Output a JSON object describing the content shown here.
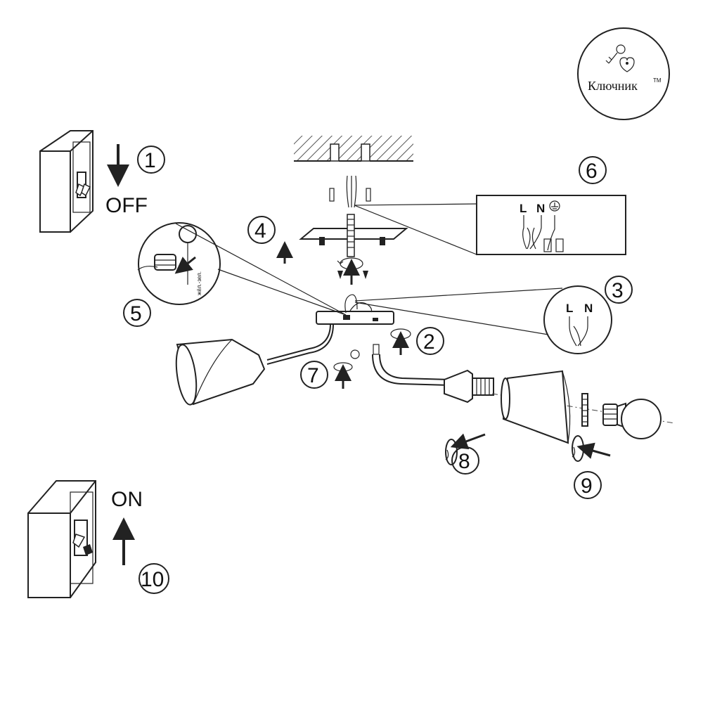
{
  "logo": {
    "text": "Ключник",
    "tm": "TM"
  },
  "switch_off": {
    "label": "OFF"
  },
  "switch_on": {
    "label": "ON"
  },
  "steps": [
    "1",
    "2",
    "3",
    "4",
    "5",
    "6",
    "7",
    "8",
    "9",
    "10"
  ],
  "wiring_step3": {
    "l": "L",
    "n": "N"
  },
  "wiring_step6": {
    "l": "L",
    "n": "N"
  },
  "detail_step5": {
    "wire_label": "жёл.-зел."
  },
  "icons": [
    "key-logo-icon",
    "wall-switch-off-icon",
    "wall-switch-on-icon",
    "ground-symbol-icon",
    "rotate-arrow-icon"
  ],
  "colors": {
    "ink": "#222222",
    "background": "#ffffff",
    "hatch": "#555555"
  }
}
